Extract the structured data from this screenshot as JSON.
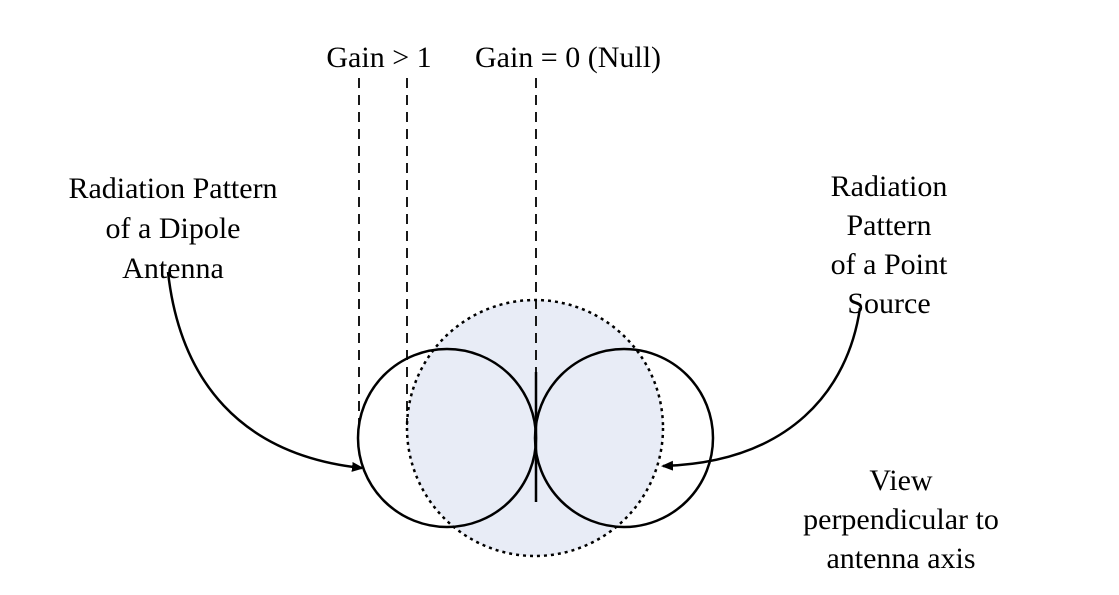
{
  "labels": {
    "gain_gt1": "Gain > 1",
    "gain_null": "Gain = 0 (Null)",
    "dipole": [
      "Radiation Pattern",
      "of a Dipole",
      "Antenna"
    ],
    "point_source": [
      "Radiation",
      "Pattern",
      "of a Point",
      "Source"
    ],
    "view": [
      "View",
      "perpendicular to",
      "antenna axis"
    ]
  },
  "colors": {
    "point_source_fill": "#e8ecf6",
    "stroke": "#000000"
  }
}
